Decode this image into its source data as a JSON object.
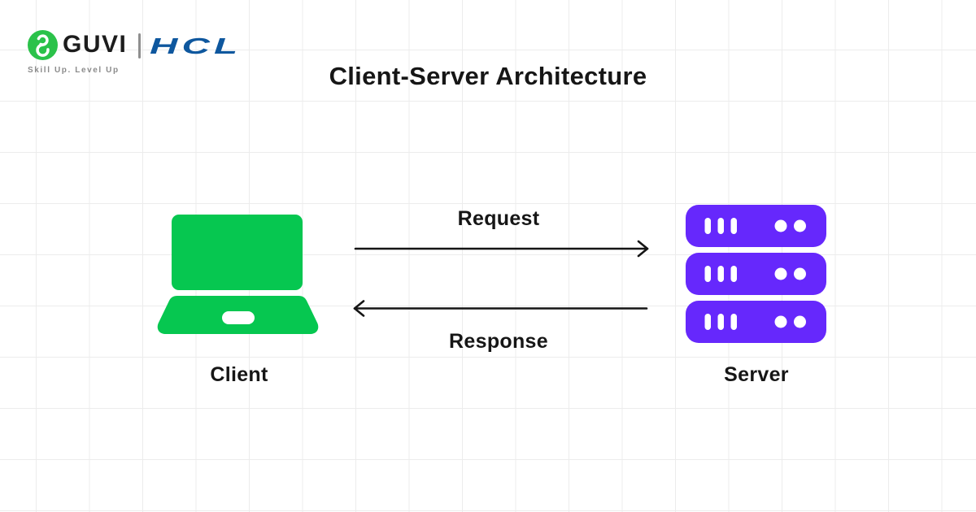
{
  "brand": {
    "guvi_wordmark": "GUVI",
    "hcl_wordmark": "HCL",
    "tagline": "Skill Up. Level Up",
    "colors": {
      "guvi_green": "#2BC24A",
      "hcl_blue": "#0E579E",
      "tagline_gray": "#8B8B8B"
    }
  },
  "header": {
    "title": "Client-Server Architecture"
  },
  "diagram": {
    "client": {
      "label": "Client",
      "icon": "laptop-icon",
      "color": "#06C750"
    },
    "server": {
      "label": "Server",
      "icon": "server-stack-icon",
      "color": "#6628FC"
    },
    "flows": {
      "request": {
        "label": "Request",
        "direction": "client-to-server"
      },
      "response": {
        "label": "Response",
        "direction": "server-to-client"
      }
    },
    "arrow_color": "#151515",
    "text_color": "#161616"
  },
  "background": {
    "grid_line_color": "#ECECEC"
  }
}
